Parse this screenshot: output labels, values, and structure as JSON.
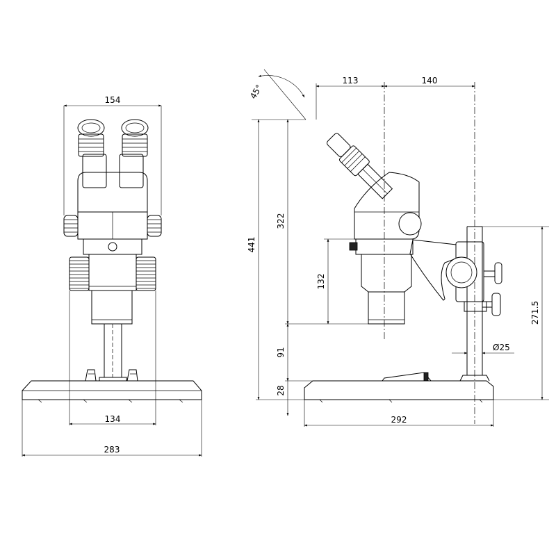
{
  "front_view": {
    "dims": {
      "eyepiece_width": "154",
      "base_inner_width": "134",
      "base_total_width": "283"
    }
  },
  "side_view": {
    "dims": {
      "tilt_angle": "45°",
      "offset_left": "113",
      "offset_right": "140",
      "total_height": "441",
      "head_height": "322",
      "body_height": "132",
      "working_height": "91",
      "base_thickness": "28",
      "pillar_height": "271.5",
      "pillar_diameter": "Ø25",
      "base_depth": "292"
    }
  }
}
